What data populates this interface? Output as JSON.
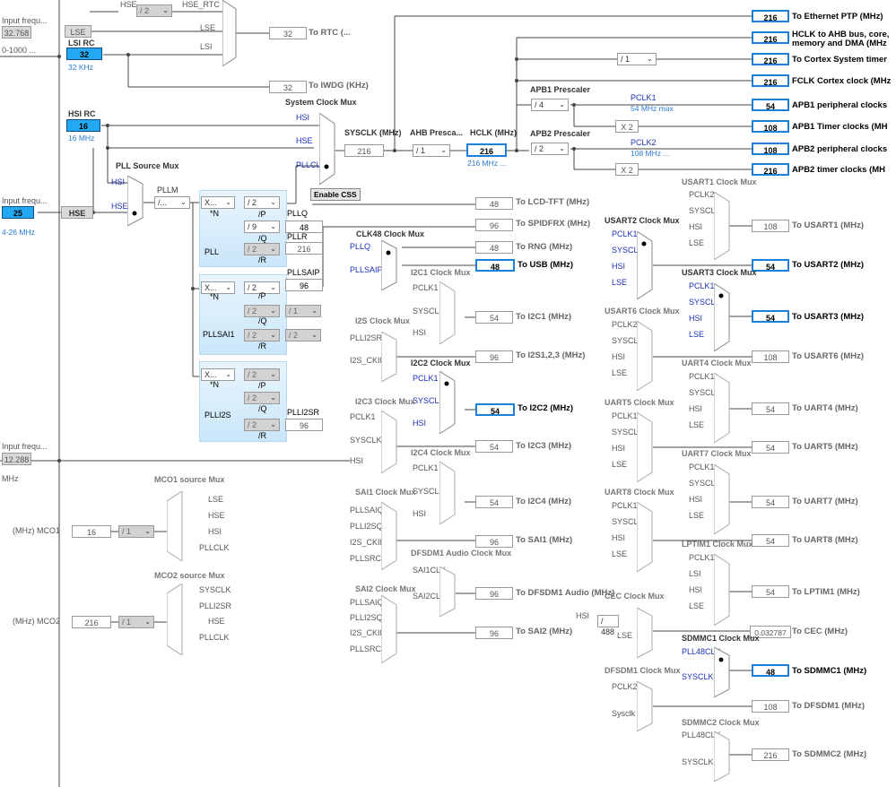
{
  "inputs": {
    "lse_freq_label": "Input frequ...",
    "lse_freq_value": "32.768",
    "lse_range": "0-1000 ...",
    "hse_freq_label": "Input frequ...",
    "hse_freq_value": "25",
    "hse_range": "4-26 MHz",
    "i2s_freq_label": "Input frequ...",
    "i2s_freq_value": "12.288",
    "i2s_unit": "MHz"
  },
  "osc": {
    "lse": "LSE",
    "lsi_rc_title": "LSI RC",
    "lsi_value": "32",
    "lsi_unit": "32 KHz",
    "hsi_rc_title": "HSI RC",
    "hsi_value": "16",
    "hsi_unit": "16 MHz",
    "hse": "HSE"
  },
  "rtc": {
    "hse_in": "HSE",
    "div": "/ 2",
    "hse_rtc": "HSE_RTC",
    "lse_in": "LSE",
    "lsi_in": "LSI",
    "rtc_value": "32",
    "rtc_label": "To RTC (...",
    "iwdg_value": "32",
    "iwdg_label": "To IWDG (KHz)"
  },
  "sysmux": {
    "title": "System Clock Mux",
    "hsi": "HSI",
    "hse": "HSE",
    "pllclk": "PLLCLK",
    "enable_css": "Enable CSS",
    "sysclk_label": "SYSCLK (MHz)",
    "sysclk_value": "216"
  },
  "ahb": {
    "prescaler_label": "AHB Presca...",
    "prescaler": "/ 1",
    "hclk_label": "HCLK (MHz)",
    "hclk_value": "216",
    "hclk_max": "216 MHz ...",
    "cortex_div": "/ 1"
  },
  "apb1": {
    "label": "APB1 Prescaler",
    "prescaler": "/ 4",
    "pclk": "PCLK1",
    "max": "54 MHz max",
    "x2": "X 2"
  },
  "apb2": {
    "label": "APB2 Prescaler",
    "prescaler": "/ 2",
    "pclk": "PCLK2",
    "max": "108 MHz ...",
    "x2": "X 2"
  },
  "outputs": [
    {
      "value": "216",
      "label": "To Ethernet PTP (MHz)"
    },
    {
      "value": "216",
      "label": "HCLK to AHB bus, core,"
    },
    {
      "value": "216",
      "label": "To Cortex System timer"
    },
    {
      "value": "216",
      "label": "FCLK Cortex clock (MHz"
    },
    {
      "value": "54",
      "label": "APB1 peripheral clocks"
    },
    {
      "value": "108",
      "label": "APB1 Timer clocks (MH"
    },
    {
      "value": "108",
      "label": "APB2 peripheral clocks"
    },
    {
      "value": "216",
      "label": "APB2 timer clocks (MH"
    }
  ],
  "hclk_extra": "memory and DMA (MHz",
  "pllsrc": {
    "title": "PLL Source Mux",
    "hsi": "HSI",
    "hse": "HSE",
    "pllm_label": "PLLM",
    "pllm": "/..."
  },
  "pll": {
    "name": "PLL",
    "xn": "X...",
    "n": "*N",
    "p": "/ 2",
    "p_lbl": "/P",
    "q": "/ 9",
    "q_lbl": "/Q",
    "r": "/ 2",
    "r_lbl": "/R",
    "pllq_label": "PLLQ",
    "pllq_value": "48",
    "pllr_label": "PLLR",
    "pllr_value": "216"
  },
  "pllsai": {
    "name": "PLLSAI1",
    "xn": "X...",
    "n": "*N",
    "p": "/ 2",
    "p_lbl": "/P",
    "q": "/ 2",
    "q_lbl": "/Q",
    "q2": "/ 1",
    "r": "/ 2",
    "r_lbl": "/R",
    "r2": "/ 2",
    "pllsaip_label": "PLLSAIP",
    "pllsaip_value": "96"
  },
  "plli2s": {
    "name": "PLLI2S",
    "xn": "X...",
    "n": "*N",
    "p": "/ 2",
    "p_lbl": "/P",
    "q": "/ 2",
    "q_lbl": "/Q",
    "r": "/ 2",
    "r_lbl": "/R",
    "plli2sr_label": "PLLI2SR",
    "plli2sr_value": "96"
  },
  "misc_out": [
    {
      "value": "48",
      "label": "To LCD-TFT (MHz)"
    },
    {
      "value": "96",
      "label": "To SPIDFRX (MHz)"
    },
    {
      "value": "48",
      "label": "To RNG (MHz)"
    },
    {
      "value": "48",
      "label": "To USB (MHz)"
    }
  ],
  "clk48": {
    "title": "CLK48 Clock Mux",
    "in1": "PLLQ",
    "in2": "PLLSAIP"
  },
  "i2c1": {
    "title": "I2C1 Clock Mux",
    "in": [
      "PCLK1",
      "SYSCLK",
      "HSI"
    ],
    "value": "54",
    "label": "To I2C1 (MHz)"
  },
  "i2s": {
    "title": "I2S Clock Mux",
    "in": [
      "PLLI2SR",
      "I2S_CKIN"
    ],
    "value": "96",
    "label": "To I2S1,2,3 (MHz)"
  },
  "i2c2": {
    "title": "I2C2 Clock Mux",
    "in": [
      "PCLK1",
      "SYSCLK",
      "HSI"
    ],
    "value": "54",
    "label": "To I2C2 (MHz)"
  },
  "i2c3": {
    "title": "I2C3 Clock Mux",
    "in": [
      "PCLK1",
      "SYSCLK",
      "HSI"
    ],
    "value": "54",
    "label": "To I2C3 (MHz)"
  },
  "i2c4": {
    "title": "I2C4 Clock Mux",
    "in": [
      "PCLK1",
      "SYSCLK",
      "HSI"
    ],
    "value": "54",
    "label": "To I2C4 (MHz)"
  },
  "sai1": {
    "title": "SAI1 Clock Mux",
    "in": [
      "PLLSAIQ",
      "PLLI2SQ",
      "I2S_CKIN",
      "PLLSRC"
    ],
    "value": "96",
    "label": "To SAI1 (MHz)"
  },
  "dfsdm1a": {
    "title": "DFSDM1 Audio Clock Mux",
    "in": [
      "SAI1CLK",
      "SAI2CLK"
    ],
    "value": "96",
    "label": "To DFSDM1 Audio (MHz)"
  },
  "sai2": {
    "title": "SAI2 Clock Mux",
    "in": [
      "PLLSAIQ",
      "PLLI2SQ",
      "I2S_CKIN",
      "PLLSRC"
    ],
    "value": "96",
    "label": "To SAI2 (MHz)"
  },
  "mco1": {
    "title": "MCO1 source Mux",
    "in": [
      "LSE",
      "HSE",
      "HSI",
      "PLLCLK"
    ],
    "label": "(MHz) MCO1",
    "value": "16",
    "div": "/ 1"
  },
  "mco2": {
    "title": "MCO2 source Mux",
    "in": [
      "SYSCLK",
      "PLLI2SR",
      "HSE",
      "PLLCLK"
    ],
    "label": "(MHz) MCO2",
    "value": "216",
    "div": "/ 1"
  },
  "usart1": {
    "title": "USART1 Clock Mux",
    "in": [
      "PCLK2",
      "SYSCLK",
      "HSI",
      "LSE"
    ],
    "value": "108",
    "label": "To USART1 (MHz)"
  },
  "usart2": {
    "title": "USART2 Clock Mux",
    "in": [
      "PCLK1",
      "SYSCLK",
      "HSI",
      "LSE"
    ],
    "value": "54",
    "label": "To USART2 (MHz)"
  },
  "usart3": {
    "title": "USART3 Clock Mux",
    "in": [
      "PCLK1",
      "SYSCLK",
      "HSI",
      "LSE"
    ],
    "value": "54",
    "label": "To USART3 (MHz)"
  },
  "usart6": {
    "title": "USART6 Clock Mux",
    "in": [
      "PCLK2",
      "SYSCLK",
      "HSI",
      "LSE"
    ],
    "value": "108",
    "label": "To USART6 (MHz)"
  },
  "uart4": {
    "title": "UART4 Clock Mux",
    "in": [
      "PCLK1",
      "SYSCLK",
      "HSI",
      "LSE"
    ],
    "value": "54",
    "label": "To UART4 (MHz)"
  },
  "uart5": {
    "title": "UART5 Clock Mux",
    "in": [
      "PCLK1",
      "SYSCLK",
      "HSI",
      "LSE"
    ],
    "value": "54",
    "label": "To UART5 (MHz)"
  },
  "uart7": {
    "title": "UART7 Clock Mux",
    "in": [
      "PCLK1",
      "SYSCLK",
      "HSI",
      "LSE"
    ],
    "value": "54",
    "label": "To UART7 (MHz)"
  },
  "uart8": {
    "title": "UART8 Clock Mux",
    "in": [
      "PCLK1",
      "SYSCLK",
      "HSI",
      "LSE"
    ],
    "value": "54",
    "label": "To UART8 (MHz)"
  },
  "lptim1": {
    "title": "LPTIM1 Clock Mux",
    "in": [
      "PCLK1",
      "LSI",
      "HSI",
      "LSE"
    ],
    "value": "54",
    "label": "To LPTIM1 (MHz)"
  },
  "cec": {
    "title": "CEC Clock Mux",
    "hsi": "HSI",
    "div": "/ 488",
    "lse": "LSE",
    "value": "0.032787",
    "label": "To CEC (MHz)"
  },
  "sdmmc1": {
    "title": "SDMMC1 Clock Mux",
    "in": [
      "PLL48CLK",
      "SYSCLK"
    ],
    "value": "48",
    "label": "To SDMMC1 (MHz)"
  },
  "dfsdm1": {
    "title": "DFSDM1 Clock Mux",
    "in": [
      "PCLK2",
      "Sysclk"
    ],
    "value": "108",
    "label": "To DFSDM1 (MHz)"
  },
  "sdmmc2": {
    "title": "SDMMC2 Clock Mux",
    "in": [
      "PLL48CLK",
      "SYSCLK"
    ],
    "value": "216",
    "label": "To SDMMC2 (MHz)"
  }
}
